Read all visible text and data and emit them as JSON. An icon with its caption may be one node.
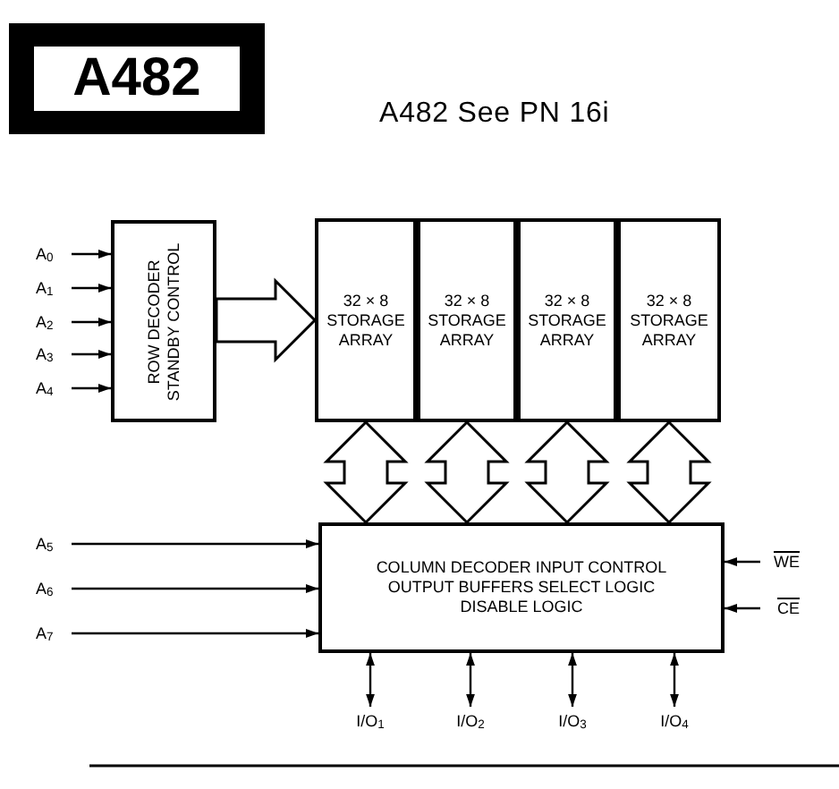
{
  "diagram": {
    "title": "A482 See PN 16i",
    "nodes": [
      {
        "text": [
          "A482"
        ]
      },
      {
        "text": [
          "ROW DECODER STANDBY CONTROL"
        ]
      },
      {
        "text": [
          "32 × 8 STORAGE ARRAY"
        ]
      },
      {
        "text": [
          "32 × 8 STORAGE ARRAY"
        ]
      },
      {
        "text": [
          "32 × 8 STORAGE ARRAY"
        ]
      },
      {
        "text": [
          "32 × 8 STORAGE ARRAY"
        ]
      },
      {
        "text": [
          "COLUMN DECODER INPUT CONTROL OUTPUT BUFFERS SELECT LOGIC DISABLE LOGIC"
        ]
      },
      {
        "text": [
          "A$_{0}$"
        ]
      },
      {
        "text": [
          "A$_{1}$"
        ]
      },
      {
        "text": [
          "A$_{2}$"
        ]
      },
      {
        "text": [
          "A$_{3}$"
        ]
      },
      {
        "text": [
          "A$_{4}$"
        ]
      },
      {
        "text": [
          "A$_{5}$"
        ]
      },
      {
        "text": [
          "A$_{6}$"
        ]
      },
      {
        "text": [
          "A$_{7}$"
        ]
      },
      {
        "text": [
          "WE"
        ]
      },
      {
        "text": [
          "CE"
        ]
      },
      {
        "text": [
          "I/O$_{1}$"
        ]
      },
      {
        "text": [
          "I/O$_{2}$"
        ]
      },
      {
        "text": [
          "I/O$_{3}$"
        ]
      },
      {
        "text": [
          "I/O$_{4}$"
        ]
      }
    ],
    "edges": [
      {
        "from": 7,
        "to": 1,
        "arrow": "to"
      },
      {
        "from": 8,
        "to": 1,
        "arrow": "to"
      },
      {
        "from": 9,
        "to": 1,
        "arrow": "to"
      },
      {
        "from": 10,
        "to": 1,
        "arrow": "to"
      },
      {
        "from": 11,
        "to": 1,
        "arrow": "to"
      },
      {
        "from": 1,
        "to": 2,
        "arrow": "to",
        "style": "thick"
      },
      {
        "from": 2,
        "to": 6,
        "arrow": "both",
        "style": "thick"
      },
      {
        "from": 3,
        "to": 6,
        "arrow": "both",
        "style": "thick"
      },
      {
        "from": 4,
        "to": 6,
        "arrow": "both",
        "style": "thick"
      },
      {
        "from": 5,
        "to": 6,
        "arrow": "both",
        "style": "thick"
      },
      {
        "from": 12,
        "to": 6,
        "arrow": "to"
      },
      {
        "from": 13,
        "to": 6,
        "arrow": "to"
      },
      {
        "from": 14,
        "to": 6,
        "arrow": "to"
      },
      {
        "from": 15,
        "to": 6,
        "arrow": "to"
      },
      {
        "from": 16,
        "to": 6,
        "arrow": "to"
      },
      {
        "from": 6,
        "to": 17,
        "arrow": "both"
      },
      {
        "from": 6,
        "to": 18,
        "arrow": "both"
      },
      {
        "from": 6,
        "to": 19,
        "arrow": "both"
      },
      {
        "from": 6,
        "to": 20,
        "arrow": "both"
      }
    ]
  }
}
